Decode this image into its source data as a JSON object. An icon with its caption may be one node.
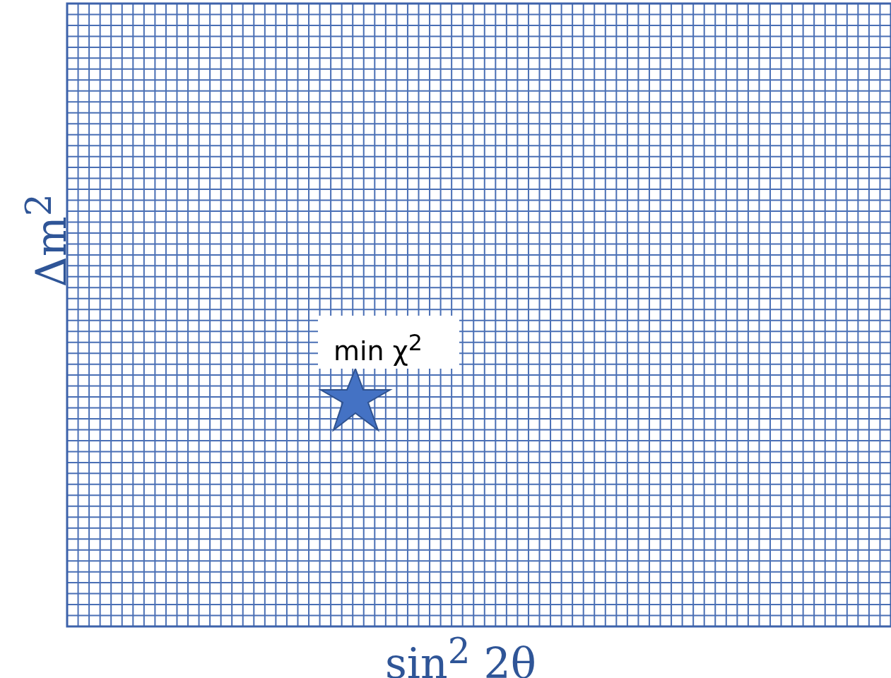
{
  "diagram": {
    "nodes": [
      {
        "text": [],
        "shape": "star"
      }
    ],
    "labels": [
      "Δm$^{2}$",
      "min χ$^{2}$",
      "sin$^{2}$ 2θ"
    ]
  }
}
